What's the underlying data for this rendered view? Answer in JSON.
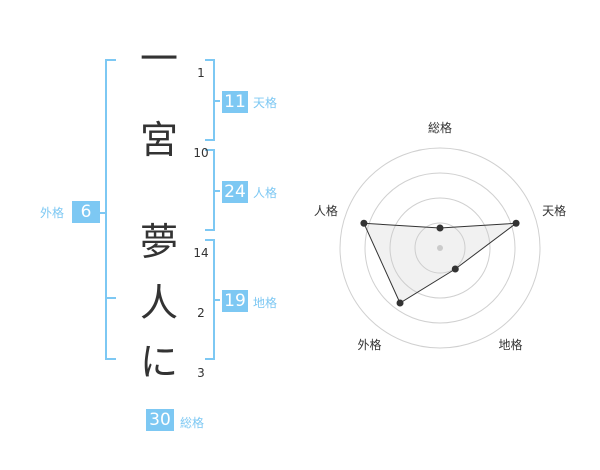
{
  "name": {
    "chars": [
      {
        "char": "一",
        "strokes": "1"
      },
      {
        "char": "宮",
        "strokes": "10"
      },
      {
        "char": "夢",
        "strokes": "14"
      },
      {
        "char": "人",
        "strokes": "2"
      },
      {
        "char": "に",
        "strokes": "3"
      }
    ]
  },
  "fortunes": {
    "tenkaku": {
      "value": "11",
      "label": "天格"
    },
    "jinkaku": {
      "value": "24",
      "label": "人格"
    },
    "chikaku": {
      "value": "19",
      "label": "地格"
    },
    "gaikaku": {
      "value": "6",
      "label": "外格"
    },
    "soukaku": {
      "value": "30",
      "label": "総格"
    }
  },
  "colors": {
    "accent": "#7dc8f3",
    "text": "#333333"
  },
  "chart_data": {
    "type": "radar",
    "axes": [
      "総格",
      "天格",
      "地格",
      "外格",
      "人格"
    ],
    "values": [
      1,
      4,
      1.3,
      3.4,
      4
    ],
    "rmax": 5,
    "rings": 4,
    "grid": true
  }
}
